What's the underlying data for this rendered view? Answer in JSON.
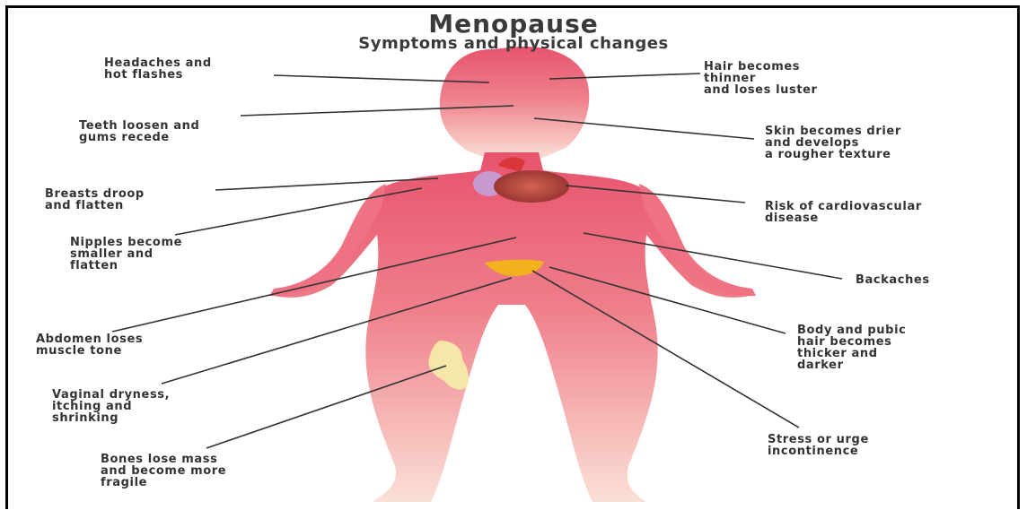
{
  "title": "Menopause",
  "subtitle": "Symptoms and physical changes",
  "labels": {
    "headaches": [
      "Headaches and",
      "hot flashes"
    ],
    "teeth": [
      "Teeth loosen and",
      "gums recede"
    ],
    "breasts": [
      "Breasts droop",
      "and flatten"
    ],
    "nipples": [
      "Nipples become",
      "smaller and",
      "flatten"
    ],
    "abdomen": [
      "Abdomen loses",
      "muscle tone"
    ],
    "vaginal": [
      "Vaginal dryness,",
      "itching and",
      "shrinking"
    ],
    "bones": [
      "Bones lose mass",
      "and become more",
      "fragile"
    ],
    "hair": [
      "Hair becomes",
      "thinner",
      "and loses luster"
    ],
    "skin": [
      "Skin becomes drier",
      "and develops",
      "a rougher texture"
    ],
    "cardio": [
      "Risk of cardiovascular",
      "disease"
    ],
    "backaches": [
      "Backaches"
    ],
    "pubic": [
      "Body and pubic",
      "hair becomes",
      "thicker and",
      "darker"
    ],
    "stress": [
      "Stress or urge",
      "incontinence"
    ]
  },
  "colors": {
    "body_top": "#e8536d",
    "body_bottom": "#fbd9d0",
    "heart": "#b9463f",
    "bladder": "#f2b21d",
    "knee": "#f6e6a8",
    "leader_line": "#333333",
    "text": "#333333"
  }
}
